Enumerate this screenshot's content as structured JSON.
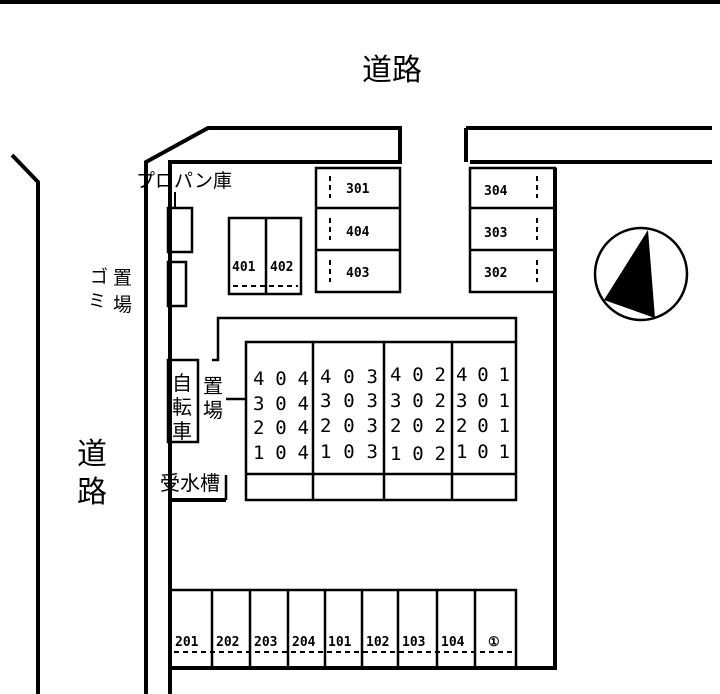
{
  "labels": {
    "road_top": "道路",
    "road_left_1": "道",
    "road_left_2": "路",
    "propane": "プロパン庫",
    "garbage_a": "ゴ",
    "garbage_b": "ミ",
    "garbage_c": "置",
    "garbage_d": "場",
    "bike_1": "自",
    "bike_2": "転",
    "bike_3": "車",
    "bike_4": "置",
    "bike_5": "場",
    "water_tank": "受水槽"
  },
  "parking_top_center": [
    "301",
    "404",
    "403"
  ],
  "parking_top_right": [
    "304",
    "303",
    "302"
  ],
  "parking_small": [
    "401",
    "402"
  ],
  "building_columns": [
    [
      "404",
      "304",
      "204",
      "104"
    ],
    [
      "403",
      "303",
      "203",
      "103"
    ],
    [
      "402",
      "302",
      "202",
      "102"
    ],
    [
      "401",
      "301",
      "201",
      "101"
    ]
  ],
  "parking_bottom": [
    "201",
    "202",
    "203",
    "204",
    "101",
    "102",
    "103",
    "104",
    "①"
  ]
}
